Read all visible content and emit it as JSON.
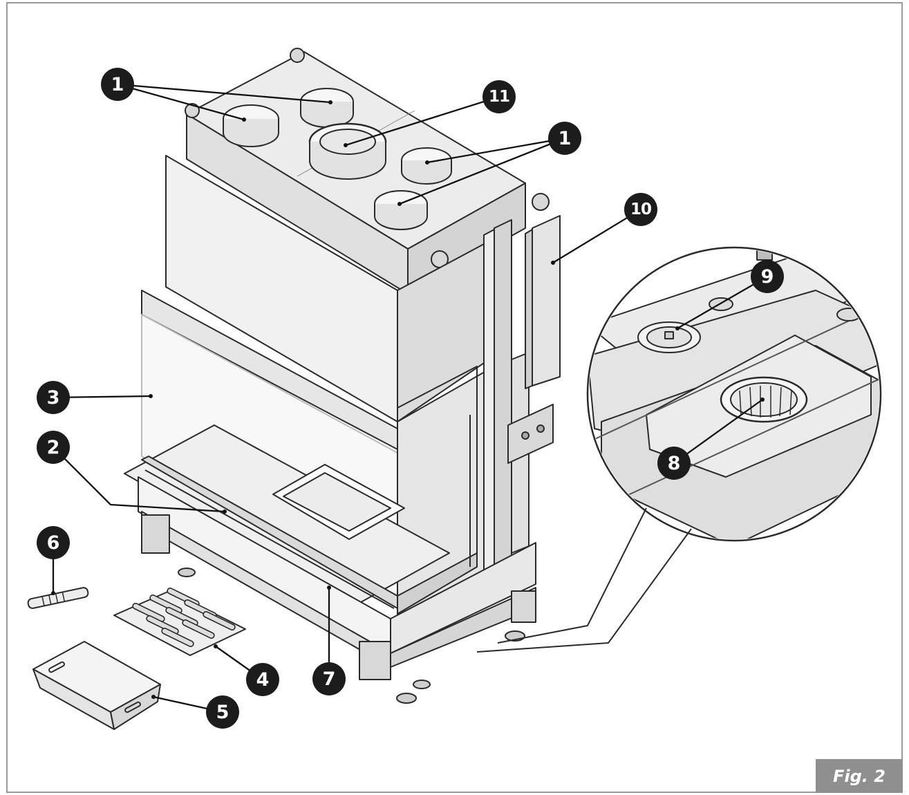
{
  "callouts": {
    "c1": "1",
    "c2": "2",
    "c3": "3",
    "c4": "4",
    "c5": "5",
    "c6": "6",
    "c7": "7",
    "c8": "8",
    "c9": "9",
    "c10": "10",
    "c11": "11"
  },
  "figure_label": "Fig. 2",
  "colors": {
    "ink": "#1c1c1c",
    "panel": "#e3e3e3",
    "panel_dark": "#c9c9c9",
    "tag_bg": "#8f8f8f"
  }
}
